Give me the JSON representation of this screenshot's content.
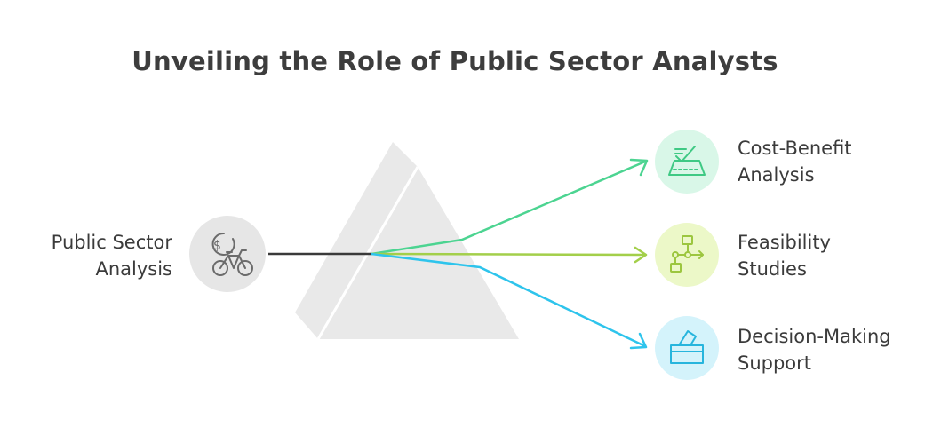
{
  "title": "Unveiling the Role of Public Sector Analysts",
  "source": {
    "label": "Public Sector\nAnalysis",
    "icon": "dollar-bicycle-icon",
    "color": "#e6e6e6"
  },
  "outputs": [
    {
      "label": "Cost-Benefit\nAnalysis",
      "icon": "scale-document-icon",
      "color": "#4cd491",
      "bg": "#d9f7e8"
    },
    {
      "label": "Feasibility\nStudies",
      "icon": "flowchart-icon",
      "color": "#a3cf4a",
      "bg": "#ecf8c8"
    },
    {
      "label": "Decision-Making\nSupport",
      "icon": "ballot-box-icon",
      "color": "#2ec4ec",
      "bg": "#d4f3fb"
    }
  ]
}
